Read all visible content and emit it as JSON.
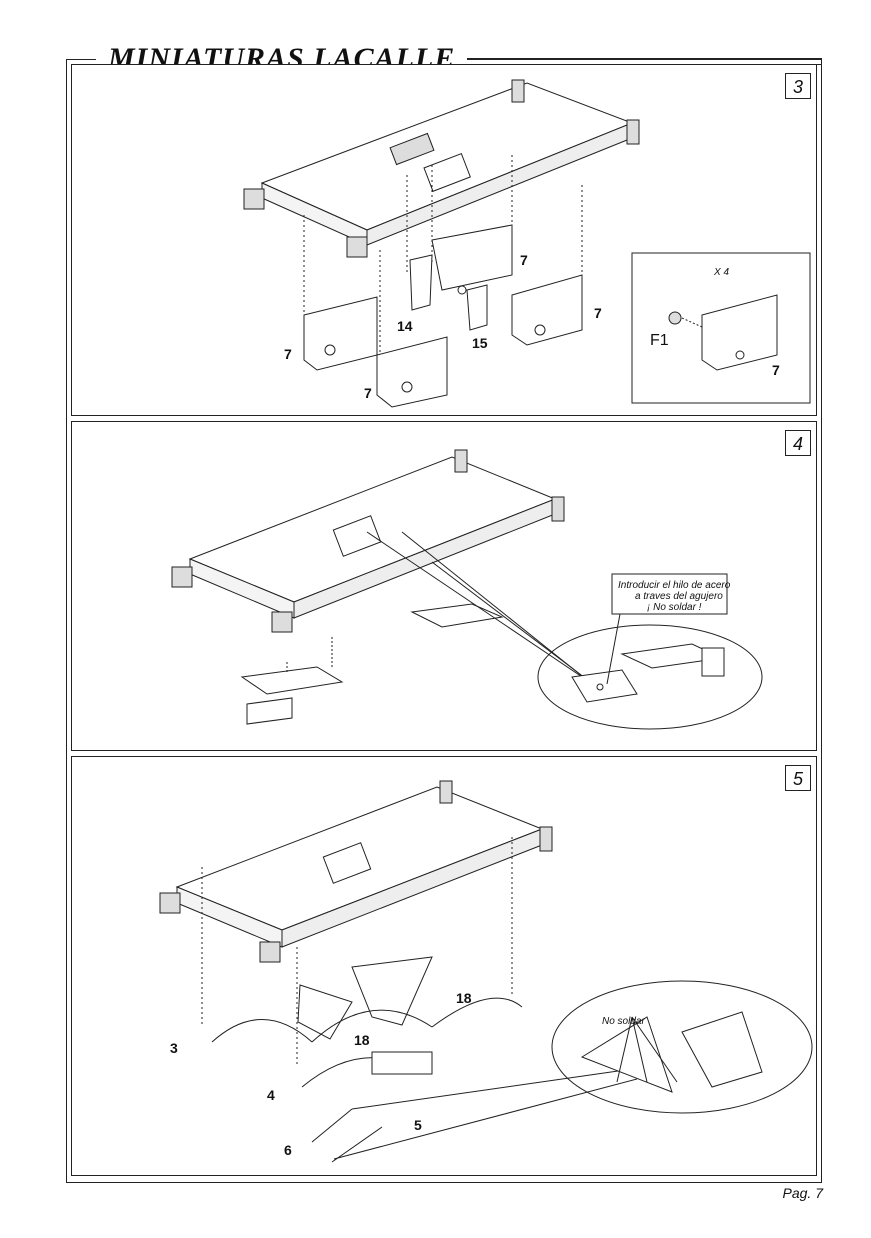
{
  "header": {
    "brand": "MINIATURAS LACALLE"
  },
  "steps": [
    {
      "number": "3",
      "labels": {
        "a": "14",
        "b": "15",
        "c": "7",
        "d": "7",
        "e": "7",
        "f": "7",
        "g": "7"
      },
      "inset": {
        "count": "X 4",
        "part": "F1",
        "num": "7"
      }
    },
    {
      "number": "4",
      "note": [
        "Introducir el hilo de acero",
        "a traves del agujero",
        "¡ No soldar !"
      ]
    },
    {
      "number": "5",
      "labels": {
        "a": "18",
        "b": "18",
        "c": "3",
        "d": "4",
        "e": "5",
        "f": "6"
      },
      "note": "No soldar"
    }
  ],
  "footer": {
    "page": "Pag. 7"
  },
  "colors": {
    "line": "#222222",
    "background": "#ffffff"
  }
}
